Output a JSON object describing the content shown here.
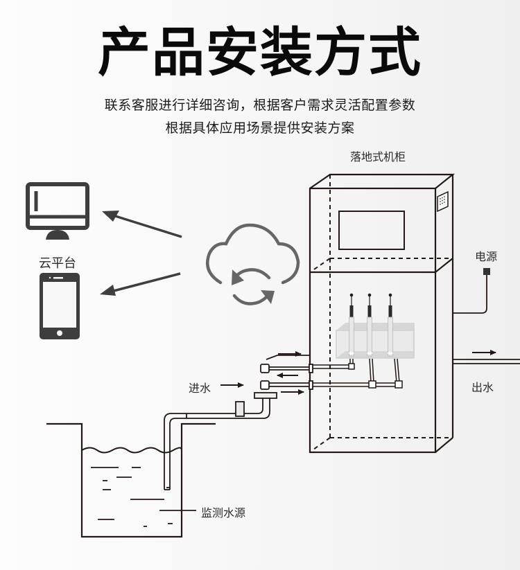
{
  "header": {
    "title": "产品安装方式",
    "subtitle_line1": "联系客服进行详细咨询，根据客户需求灵活配置参数",
    "subtitle_line2": "根据具体应用场景提供安装方案"
  },
  "diagram": {
    "labels": {
      "cabinet": "落地式机柜",
      "cloud_platform": "云平台",
      "power": "电源",
      "water_in": "进水",
      "water_out": "出水",
      "water_source": "监测水源"
    },
    "icons": [
      "monitor-icon",
      "phone-icon",
      "cloud-sync-icon",
      "power-plug-icon",
      "keypad-icon"
    ],
    "sensor_count": 3,
    "colors": {
      "line": "#231815",
      "icon": "#3e3e3e",
      "cloud": "#666666",
      "tank": "#cfcfcf"
    }
  }
}
